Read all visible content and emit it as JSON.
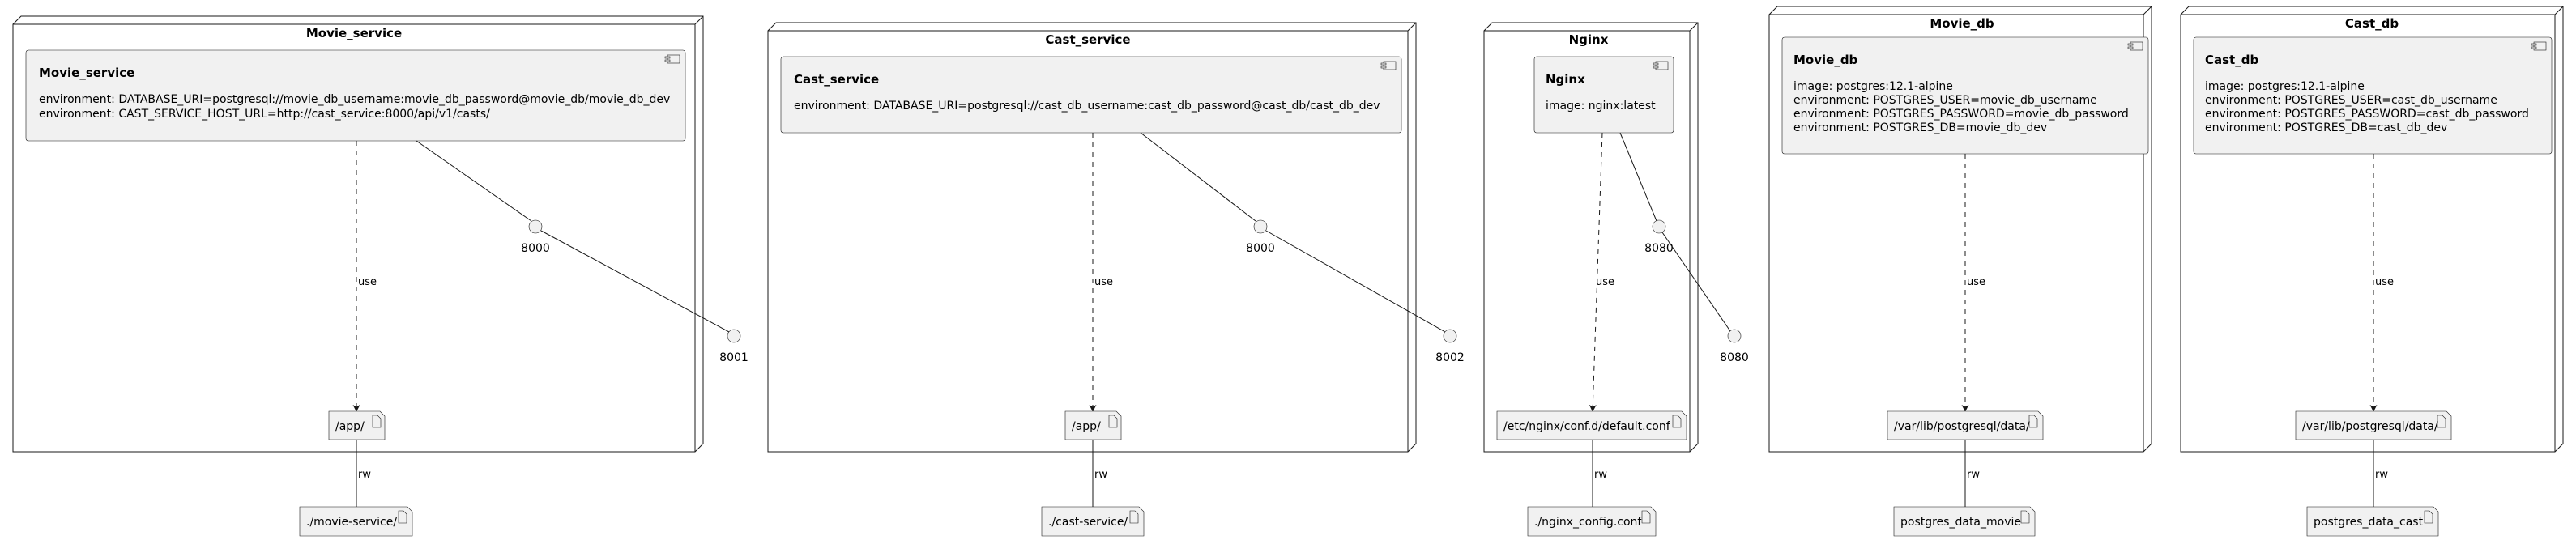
{
  "nodes": [
    {
      "id": "movie",
      "title": "Movie_service",
      "component": {
        "name": "Movie_service",
        "lines": [
          "environment: DATABASE_URI=postgresql://movie_db_username:movie_db_password@movie_db/movie_db_dev",
          "environment: CAST_SERVICE_HOST_URL=http://cast_service:8000/api/v1/casts/"
        ]
      },
      "inner_port": "8000",
      "outer_port": "8001",
      "artifact": "/app/",
      "edge_label": "use",
      "volume": "./movie-service/",
      "volume_label": "rw"
    },
    {
      "id": "cast",
      "title": "Cast_service",
      "component": {
        "name": "Cast_service",
        "lines": [
          "environment: DATABASE_URI=postgresql://cast_db_username:cast_db_password@cast_db/cast_db_dev"
        ]
      },
      "inner_port": "8000",
      "outer_port": "8002",
      "artifact": "/app/",
      "edge_label": "use",
      "volume": "./cast-service/",
      "volume_label": "rw"
    },
    {
      "id": "nginx",
      "title": "Nginx",
      "component": {
        "name": "Nginx",
        "lines": [
          "image: nginx:latest"
        ]
      },
      "inner_port": "8080",
      "outer_port": "8080",
      "artifact": "/etc/nginx/conf.d/default.conf",
      "edge_label": "use",
      "volume": "./nginx_config.conf",
      "volume_label": "rw"
    },
    {
      "id": "moviedb",
      "title": "Movie_db",
      "component": {
        "name": "Movie_db",
        "lines": [
          "image: postgres:12.1-alpine",
          "environment: POSTGRES_USER=movie_db_username",
          "environment: POSTGRES_PASSWORD=movie_db_password",
          "environment: POSTGRES_DB=movie_db_dev"
        ]
      },
      "artifact": "/var/lib/postgresql/data/",
      "edge_label": "use",
      "volume": "postgres_data_movie",
      "volume_label": "rw"
    },
    {
      "id": "castdb",
      "title": "Cast_db",
      "component": {
        "name": "Cast_db",
        "lines": [
          "image: postgres:12.1-alpine",
          "environment: POSTGRES_USER=cast_db_username",
          "environment: POSTGRES_PASSWORD=cast_db_password",
          "environment: POSTGRES_DB=cast_db_dev"
        ]
      },
      "artifact": "/var/lib/postgresql/data/",
      "edge_label": "use",
      "volume": "postgres_data_cast",
      "volume_label": "rw"
    }
  ]
}
